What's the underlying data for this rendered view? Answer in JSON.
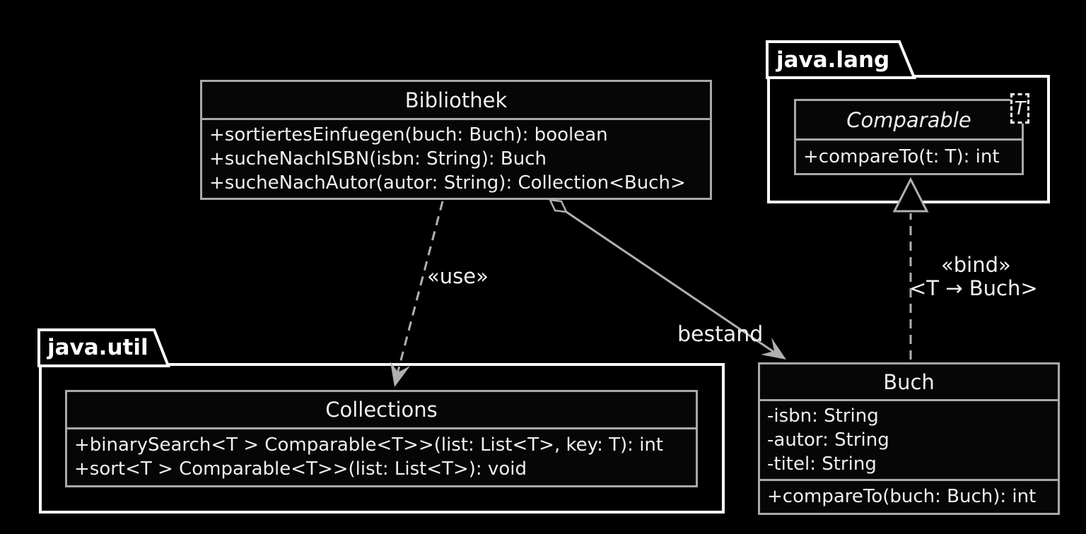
{
  "packages": {
    "java_lang": {
      "label": "java.lang"
    },
    "java_util": {
      "label": "java.util"
    }
  },
  "classes": {
    "bibliothek": {
      "title": "Bibliothek",
      "methods": [
        "+sortiertesEinfuegen(buch: Buch): boolean",
        "+sucheNachISBN(isbn: String): Buch",
        "+sucheNachAutor(autor: String): Collection<Buch>"
      ]
    },
    "comparable": {
      "title": "Comparable",
      "template_param": "T",
      "methods": [
        "+compareTo(t: T): int"
      ]
    },
    "collections": {
      "title": "Collections",
      "methods": [
        "+binarySearch<T > Comparable<T>>(list: List<T>, key: T): int",
        "+sort<T > Comparable<T>>(list: List<T>): void"
      ]
    },
    "buch": {
      "title": "Buch",
      "attributes": [
        "-isbn: String",
        "-autor: String",
        "-titel: String"
      ],
      "methods": [
        "+compareTo(buch: Buch): int"
      ]
    }
  },
  "relations": {
    "use": {
      "label": "«use»"
    },
    "aggregation": {
      "label": "bestand"
    },
    "bind": {
      "stereotype": "«bind»",
      "binding": "<T → Buch>"
    }
  },
  "colors": {
    "background": "#000000",
    "package_border": "#ffffff",
    "class_border": "#a8a8a8",
    "text": "#efefef",
    "arrow": "#b0b0b0"
  }
}
